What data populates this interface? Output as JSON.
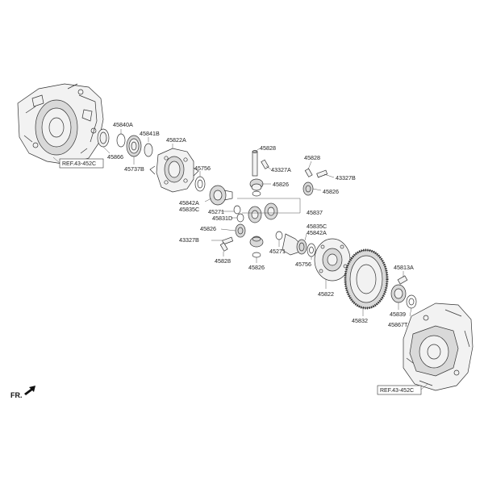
{
  "diagram": {
    "labels": {
      "p45840A": "45840A",
      "p45841B": "45841B",
      "p45822A": "45822A",
      "p45866": "45866",
      "p45737B": "45737B",
      "ref_top": "REF.43-452C",
      "p45828_top": "45828",
      "p45828_right": "45828",
      "p43327A": "43327A",
      "p43327B_right": "43327B",
      "p45826_top": "45826",
      "p45826_right": "45826",
      "p45756_top": "45756",
      "p45842A_left": "45842A",
      "p45835C_left": "45835C",
      "p45271_left": "45271",
      "p45831D": "45831D",
      "p45837": "45837",
      "p45835C_right": "45835C",
      "p45842A_right": "45842A",
      "p45826_left": "45826",
      "p43327B_left": "43327B",
      "p45828_bottom": "45828",
      "p45826_bottom": "45826",
      "p45271_bottom": "45271",
      "p45756_bottom": "45756",
      "p45822": "45822",
      "p45832": "45832",
      "p45813A": "45813A",
      "p45839": "45839",
      "p45867T": "45867T",
      "ref_bottom": "REF.43-452C",
      "fr": "FR."
    }
  }
}
